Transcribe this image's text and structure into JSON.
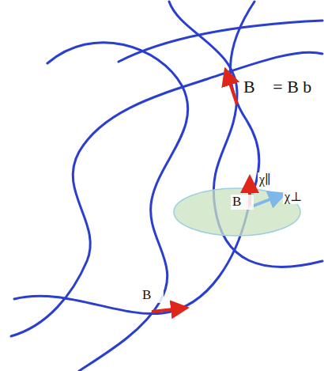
{
  "diagram": {
    "labels": [
      "B⃗ = B b",
      "χ∥",
      "χ⊥",
      "B⃗",
      "B⃗"
    ]
  }
}
